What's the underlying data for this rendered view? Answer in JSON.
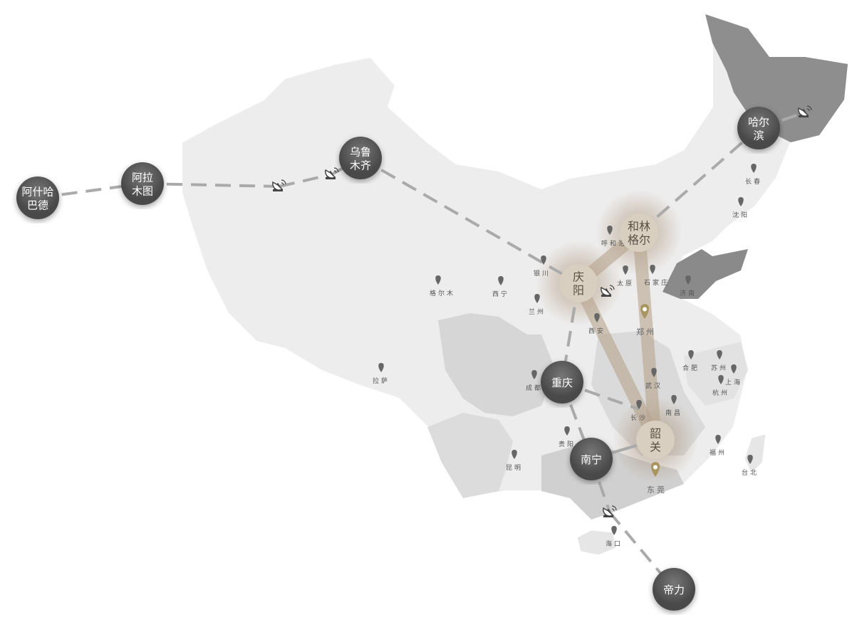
{
  "title": "China route map",
  "colors": {
    "land": "#ececec",
    "land_mid": "#d9d9d9",
    "land_dark": "#8c8c8c",
    "node": "#5f5f5f",
    "highlight": "#d8cfc0",
    "route": "#b5a48c",
    "dash": "#aaaaaa",
    "gold": "#a89560"
  },
  "hubs": [
    {
      "lines": [
        "阿什哈",
        "巴德"
      ],
      "type": "dark"
    },
    {
      "lines": [
        "阿拉",
        "木图"
      ],
      "type": "dark"
    },
    {
      "lines": [
        "乌鲁",
        "木齐"
      ],
      "type": "dark"
    },
    {
      "lines": [
        "哈尔",
        "滨"
      ],
      "type": "dark"
    },
    {
      "lines": [
        "和林",
        "格尔"
      ],
      "type": "highlight"
    },
    {
      "lines": [
        "庆",
        "阳"
      ],
      "type": "highlight"
    },
    {
      "lines": [
        "重庆"
      ],
      "type": "dark"
    },
    {
      "lines": [
        "韶",
        "关"
      ],
      "type": "highlight"
    },
    {
      "lines": [
        "南宁"
      ],
      "type": "dark"
    },
    {
      "lines": [
        "帝力"
      ],
      "type": "dark"
    }
  ],
  "cities": [
    "格尔木",
    "西宁",
    "兰州",
    "银川",
    "呼和浩特",
    "太原",
    "石家庄",
    "济南",
    "西安",
    "郑州",
    "合肥",
    "武汉",
    "苏州",
    "上海",
    "杭州",
    "成都",
    "长沙",
    "南昌",
    "贵阳",
    "昆明",
    "福州",
    "台北",
    "东莞",
    "海口",
    "拉萨",
    "长春",
    "沈阳"
  ],
  "satellite_icon": "satellite-dish-icon",
  "pin_icon": "map-pin-icon"
}
